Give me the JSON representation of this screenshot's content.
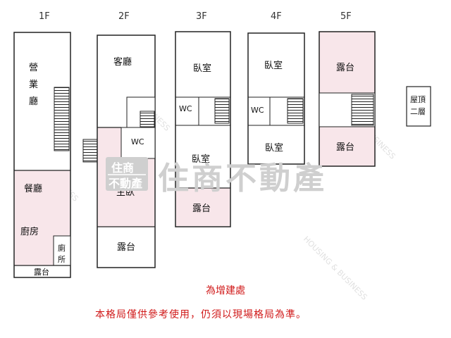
{
  "floors": [
    {
      "label": "1F",
      "rooms": [
        "營",
        "業",
        "廳",
        "餐廳",
        "廚房",
        "廁",
        "所",
        "露台"
      ]
    },
    {
      "label": "2F",
      "rooms": [
        "客廳",
        "WC",
        "主臥",
        "露台"
      ]
    },
    {
      "label": "3F",
      "rooms": [
        "臥室",
        "WC",
        "臥室",
        "露台"
      ]
    },
    {
      "label": "4F",
      "rooms": [
        "臥室",
        "WC",
        "臥室"
      ]
    },
    {
      "label": "5F",
      "rooms": [
        "露台",
        "露台"
      ]
    }
  ],
  "roof": {
    "line1": "屋頂",
    "line2": "二層"
  },
  "watermark": {
    "brand": "住商不動產",
    "badge_top": "住商",
    "badge_bottom": "不動產",
    "diag": "HOUSING & BUSINESS"
  },
  "notes": {
    "addition": "為增建處",
    "disclaimer": "本格局僅供參考使用，仍須以現場格局為準。"
  },
  "colors": {
    "addition_fill": "#f8e6ea",
    "note_red": "#d01818",
    "wall": "#222222"
  }
}
